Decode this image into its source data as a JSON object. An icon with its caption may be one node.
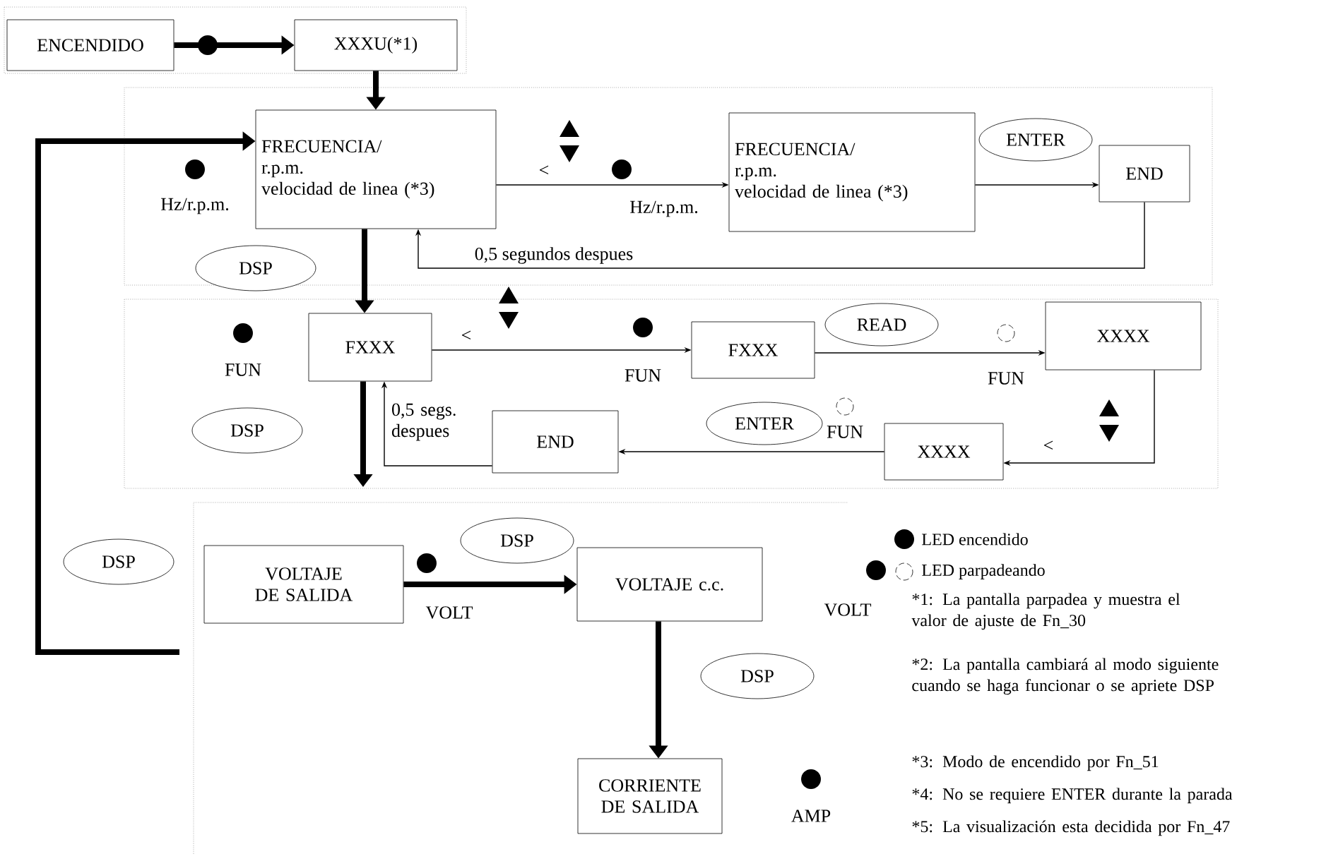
{
  "diagram": {
    "nodes": [
      {
        "text": [
          "ENCENDIDO"
        ]
      },
      {
        "text": [
          "XXXU(*1)"
        ]
      },
      {
        "text": [
          "FRECUENCIA/",
          "r.p.m.",
          "velocidad de linea (*3)"
        ]
      },
      {
        "text": [
          "FRECUENCIA/",
          "r.p.m.",
          "velocidad de linea (*3)"
        ]
      },
      {
        "text": [
          "ENTER"
        ]
      },
      {
        "text": [
          "END"
        ]
      },
      {
        "text": [
          "DSP"
        ]
      },
      {
        "text": [
          "FXXX"
        ]
      },
      {
        "text": [
          "FXXX"
        ]
      },
      {
        "text": [
          "READ"
        ]
      },
      {
        "text": [
          "XXXX"
        ]
      },
      {
        "text": [
          "DSP"
        ]
      },
      {
        "text": [
          "END"
        ]
      },
      {
        "text": [
          "ENTER"
        ]
      },
      {
        "text": [
          "XXXX"
        ]
      },
      {
        "text": [
          "DSP"
        ]
      },
      {
        "text": [
          "VOLTAJE DE SALIDA"
        ]
      },
      {
        "text": [
          "DSP"
        ]
      },
      {
        "text": [
          "VOLTAJE c.c."
        ]
      },
      {
        "text": [
          "DSP"
        ]
      },
      {
        "text": [
          "CORRIENTE DE SALIDA"
        ]
      }
    ],
    "edges": [
      {
        "from": 0,
        "to": 1,
        "arrow": "to",
        "style": "thick"
      },
      {
        "from": 1,
        "to": 2,
        "arrow": "to",
        "style": "thick"
      },
      {
        "from": null,
        "to": 2,
        "arrow": "to",
        "style": "thick"
      },
      {
        "from": 2,
        "to": 3,
        "arrow": "to",
        "label": "<"
      },
      {
        "from": 3,
        "to": 5,
        "arrow": "to"
      },
      {
        "from": 5,
        "to": 2,
        "arrow": "to",
        "label": "0,5 segundos despues"
      },
      {
        "from": 2,
        "to": 7,
        "arrow": "to",
        "style": "thick"
      },
      {
        "from": 7,
        "to": 8,
        "arrow": "to",
        "label": "<"
      },
      {
        "from": 8,
        "to": 10,
        "arrow": "to"
      },
      {
        "from": 10,
        "to": 14,
        "arrow": "to",
        "label": "<"
      },
      {
        "from": 14,
        "to": 12,
        "arrow": "to"
      },
      {
        "from": 12,
        "to": 7,
        "arrow": "to",
        "label": "0,5 segs. despues"
      },
      {
        "from": 7,
        "to": null,
        "arrow": "to",
        "style": "thick"
      },
      {
        "from": 16,
        "to": 18,
        "arrow": "to",
        "style": "thick"
      },
      {
        "from": 18,
        "to": 20,
        "arrow": "to",
        "style": "thick"
      }
    ],
    "labels": [
      "Hz/r.p.m.",
      "Hz/r.p.m.",
      "FUN",
      "FUN",
      "FUN",
      "FUN",
      "VOLT",
      "VOLT",
      "AMP",
      "*1: La pantalla parpadea y muestra el valor de ajuste de Fn_30",
      "*2: La pantalla cambiará al modo siguiente cuando se haga funcionar o se apriete DSP",
      "*3: Modo de encendido por Fn_51",
      "*4: No se requiere ENTER durante la parada",
      "*5: La visualización esta decidida por Fn_47"
    ],
    "legend": [
      {
        "text": "LED encendido"
      },
      {
        "text": "LED parpadeando"
      }
    ]
  }
}
